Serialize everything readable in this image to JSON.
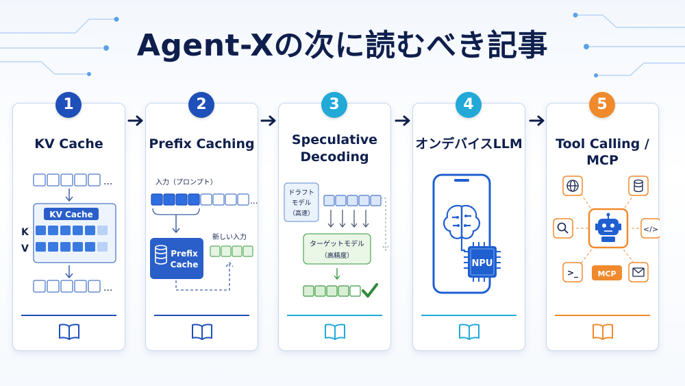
{
  "title": "Agent-Xの次に読むべき記事",
  "colors": {
    "navy": "#0f1f4d",
    "blue": "#1f5fd0",
    "cyan": "#22a9d8",
    "green": "#3c9a46",
    "orange": "#f08a2c"
  },
  "cards": [
    {
      "number": "1",
      "title": "KV Cache",
      "color": "#1f4fb8",
      "labels": {
        "box": "KV Cache",
        "k": "K",
        "v": "V",
        "ellipsis": "..."
      },
      "icon": "book-icon"
    },
    {
      "number": "2",
      "title": "Prefix Caching",
      "color": "#1f4fb8",
      "labels": {
        "input": "入力（プロンプト）",
        "new_input": "新しい入力",
        "cache_line1": "Prefix",
        "cache_line2": "Cache",
        "ellipsis": "..."
      },
      "icon": "book-icon"
    },
    {
      "number": "3",
      "title_line1": "Speculative",
      "title_line2": "Decoding",
      "color": "#22a9d8",
      "labels": {
        "draft_line1": "ドラフト",
        "draft_line2": "モデル",
        "draft_line3": "（高速）",
        "target_line1": "ターゲットモデル",
        "target_line2": "（高精度）"
      },
      "icon": "book-icon"
    },
    {
      "number": "4",
      "title": "オンデバイスLLM",
      "color": "#22a9d8",
      "labels": {
        "chip": "NPU"
      },
      "icon": "book-icon"
    },
    {
      "number": "5",
      "title": "Tool Calling / MCP",
      "color": "#f08a2c",
      "labels": {
        "mcp": "MCP",
        "code": "</>",
        "terminal": ">_"
      },
      "icon": "book-icon"
    }
  ]
}
